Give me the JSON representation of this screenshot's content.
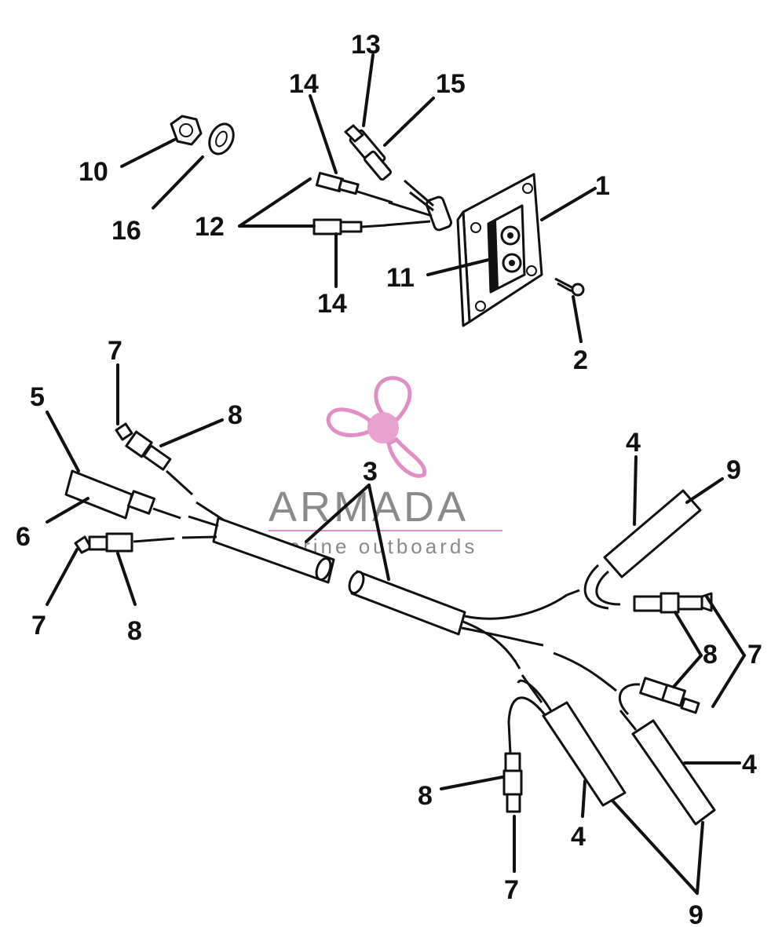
{
  "labels": {
    "l1": "1",
    "l2": "2",
    "l3": "3",
    "l4a": "4",
    "l4b": "4",
    "l4c": "4",
    "l5": "5",
    "l6": "6",
    "l7a": "7",
    "l7b": "7",
    "l7c": "7",
    "l7d": "7",
    "l8a": "8",
    "l8b": "8",
    "l8c": "8",
    "l8d": "8",
    "l9a": "9",
    "l9b": "9",
    "l10": "10",
    "l11": "11",
    "l12": "12",
    "l13": "13",
    "l14a": "14",
    "l14b": "14",
    "l15": "15",
    "l16": "16"
  },
  "watermark": {
    "brand": "ARMADA",
    "tagline": "marine outboards",
    "accent_color": "#e08fc4"
  }
}
